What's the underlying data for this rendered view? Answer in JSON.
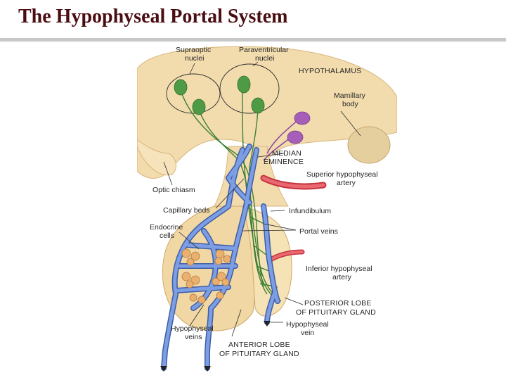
{
  "title": "The Hypophyseal Portal System",
  "diagram": {
    "labels": {
      "supraoptic_1": "Supraoptic",
      "supraoptic_2": "nuclei",
      "paraventricular_1": "Paraventricular",
      "paraventricular_2": "nuclei",
      "hypothalamus": "HYPOTHALAMUS",
      "mamillary_1": "Mamillary",
      "mamillary_2": "body",
      "median_eminence_1": "MEDIAN",
      "median_eminence_2": "EMINENCE",
      "superior_artery_1": "Superior hypophyseal",
      "superior_artery_2": "artery",
      "optic_chiasm": "Optic chiasm",
      "capillary_beds": "Capillary beds",
      "infundibulum": "Infundibulum",
      "endocrine_1": "Endocrine",
      "endocrine_2": "cells",
      "portal_veins": "Portal veins",
      "inferior_artery_1": "Inferior hypophyseal",
      "inferior_artery_2": "artery",
      "posterior_lobe_1": "POSTERIOR LOBE",
      "posterior_lobe_2": "OF PITUITARY GLAND",
      "hypophyseal_veins_1": "Hypophyseal",
      "hypophyseal_veins_2": "veins",
      "hypophyseal_vein_1": "Hypophyseal",
      "hypophyseal_vein_2": "vein",
      "anterior_lobe_1": "ANTERIOR LOBE",
      "anterior_lobe_2": "OF PITUITARY GLAND"
    }
  },
  "colors": {
    "title": "#4a0d12",
    "tissue": "#f2dcae",
    "tissue_dark": "#e2bf83",
    "vein": "#6f8fd6",
    "vein_dark": "#3d5ea8",
    "artery": "#e2555b",
    "neuron_green": "#4f9b45",
    "neuron_purple": "#a55fb8",
    "cell_fill": "#eab070"
  }
}
